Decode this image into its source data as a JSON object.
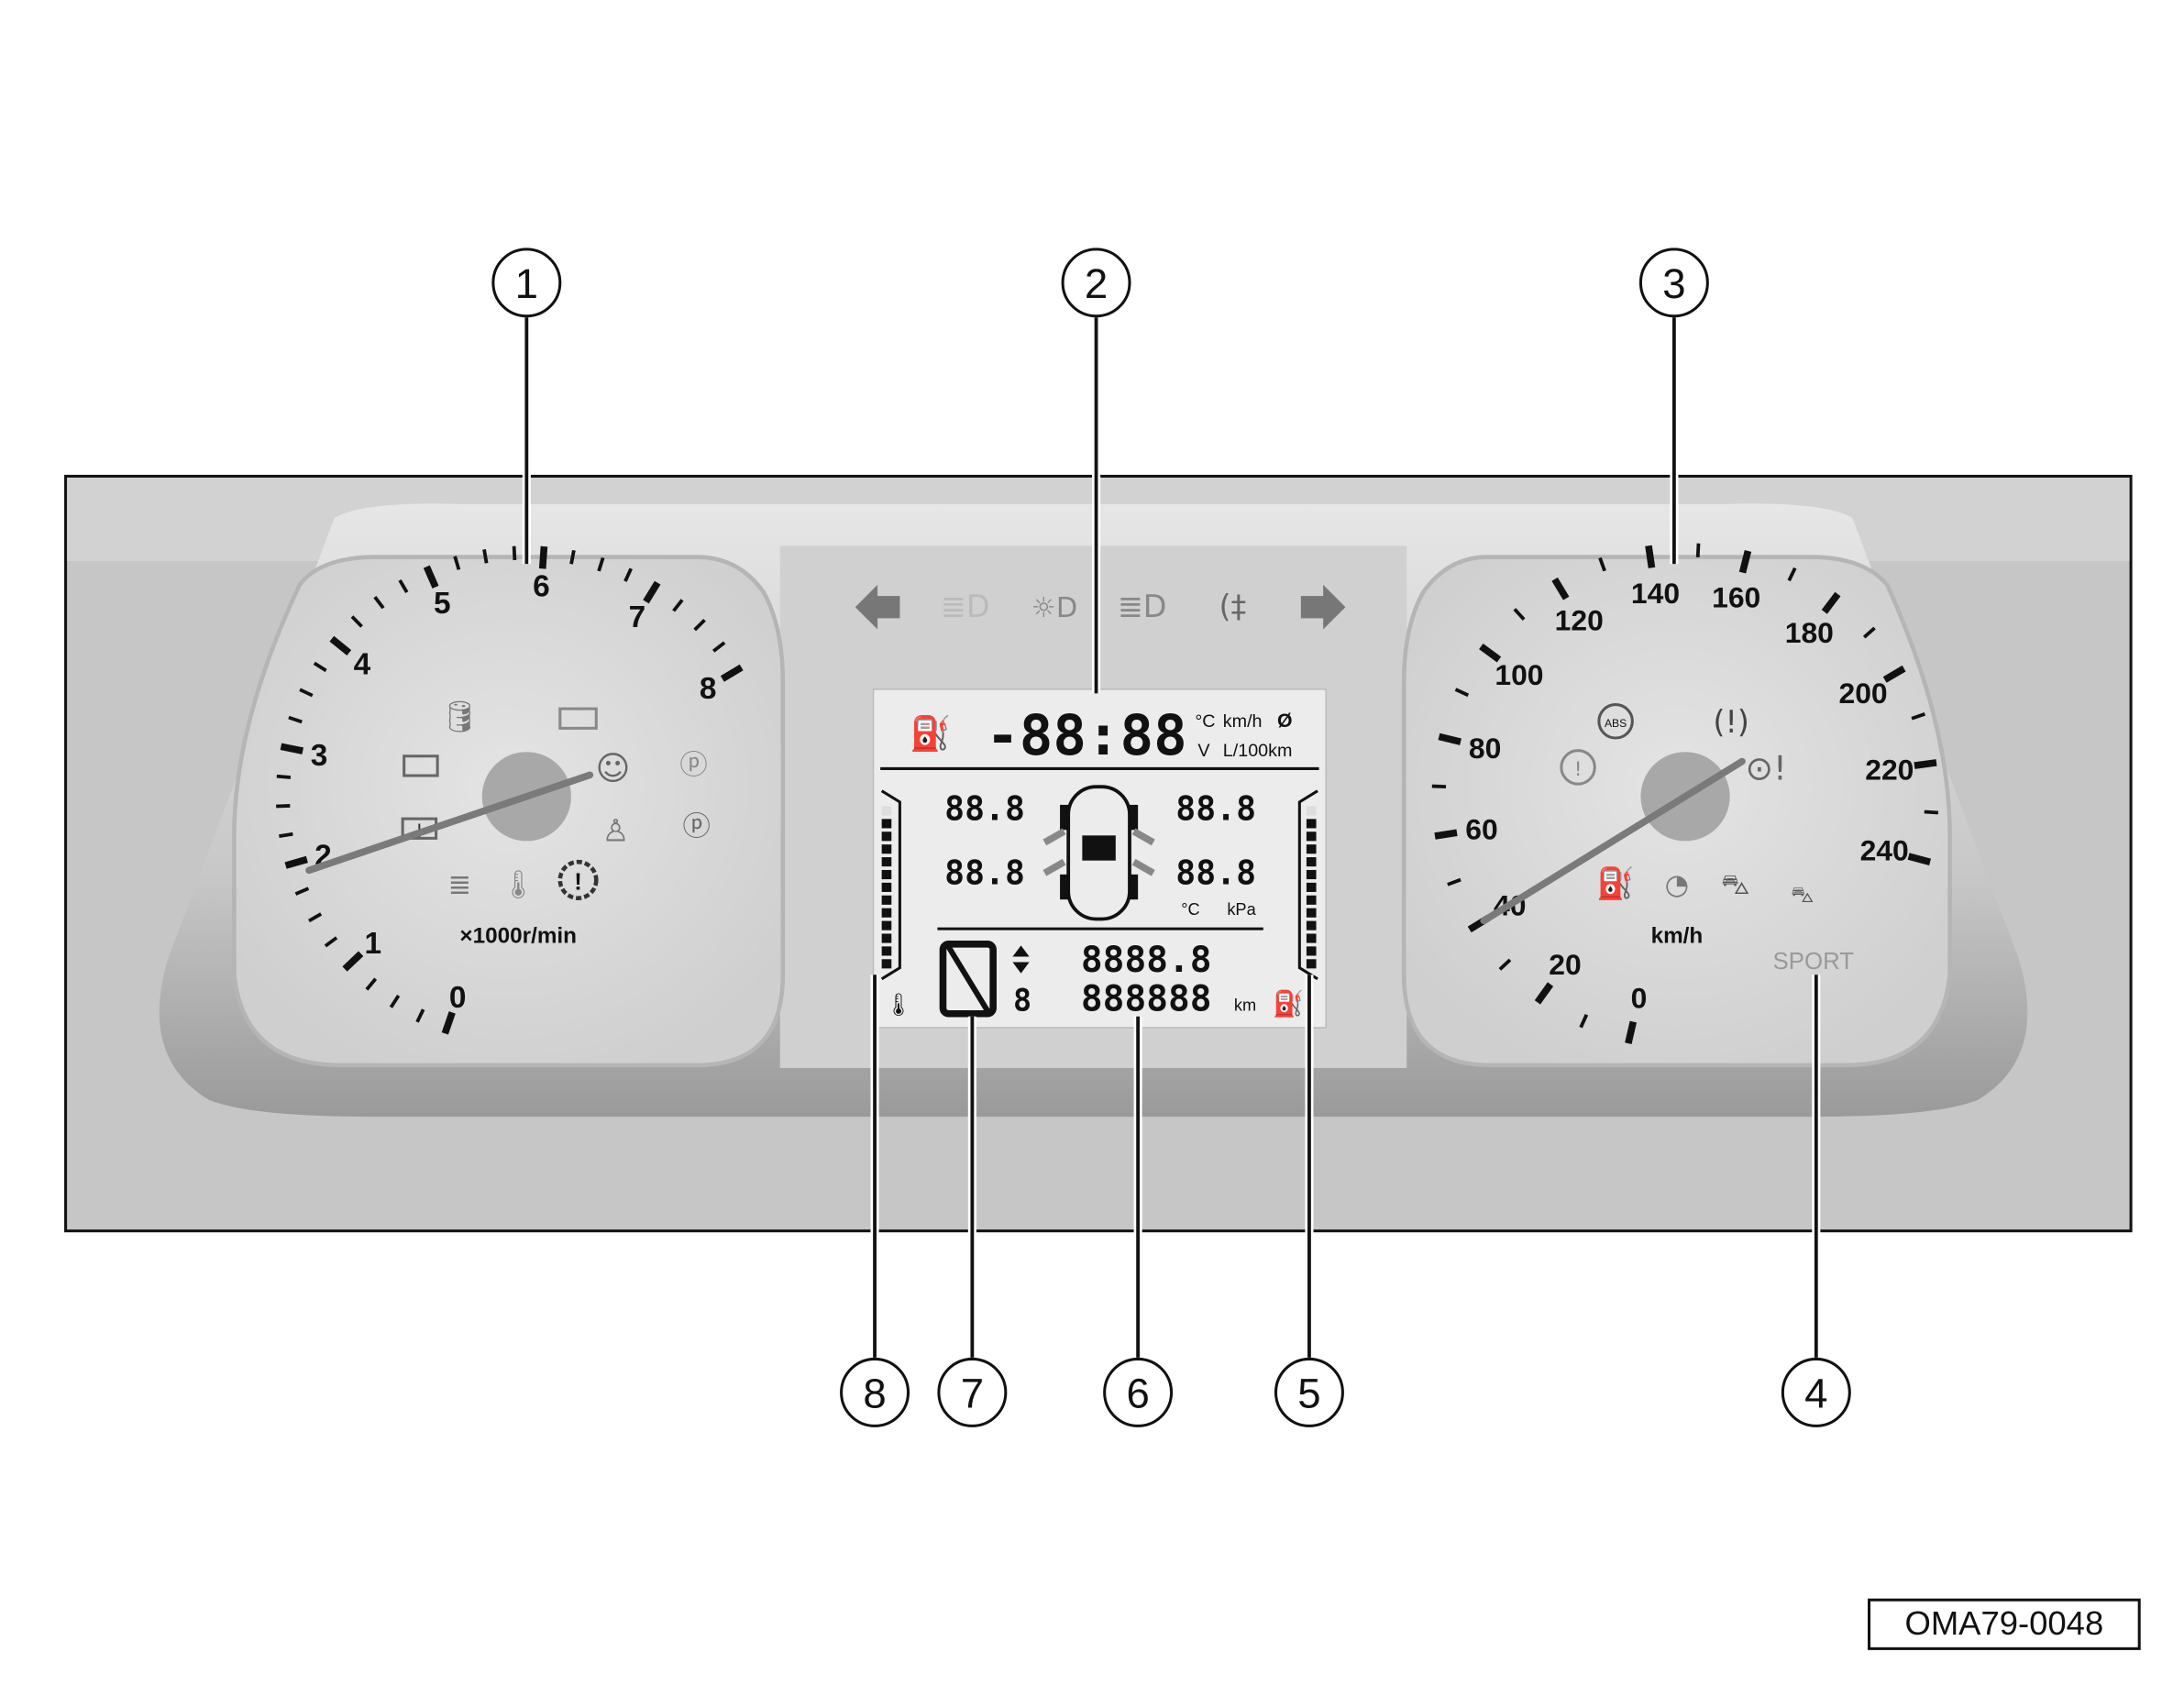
{
  "figure_code": "OMA79-0048",
  "callouts": [
    "1",
    "2",
    "3",
    "4",
    "5",
    "6",
    "7",
    "8"
  ],
  "tachometer": {
    "labels": [
      "0",
      "1",
      "2",
      "3",
      "4",
      "5",
      "6",
      "7",
      "8"
    ],
    "unit": "×1000r/min",
    "needle_value": 1.9
  },
  "speedometer": {
    "labels": [
      "0",
      "20",
      "40",
      "60",
      "80",
      "100",
      "120",
      "140",
      "160",
      "180",
      "200",
      "220",
      "240"
    ],
    "unit": "km/h",
    "mode_label": "SPORT",
    "needle_value": 40
  },
  "lcd": {
    "clock": "-88:88",
    "unit_c": "°C",
    "unit_kmh": "km/h",
    "unit_avg": "Ø",
    "unit_v": "V",
    "unit_l100": "L/100km",
    "tire_fl": "88.8",
    "tire_fr": "88.8",
    "tire_rl": "88.8",
    "tire_rr": "88.8",
    "tire_unit_c": "°C",
    "tire_unit_kpa": "kPa",
    "trip": "8888.8",
    "gear_small": "8",
    "odometer": "888888",
    "odo_unit": "km",
    "temp_gauge_fill": 0.9,
    "fuel_gauge_fill": 0.9
  },
  "colors": {
    "panel": "#c9c9c9",
    "face": "#dcdcdc",
    "lcd": "#ececec",
    "needle": "#7a7a7a"
  }
}
